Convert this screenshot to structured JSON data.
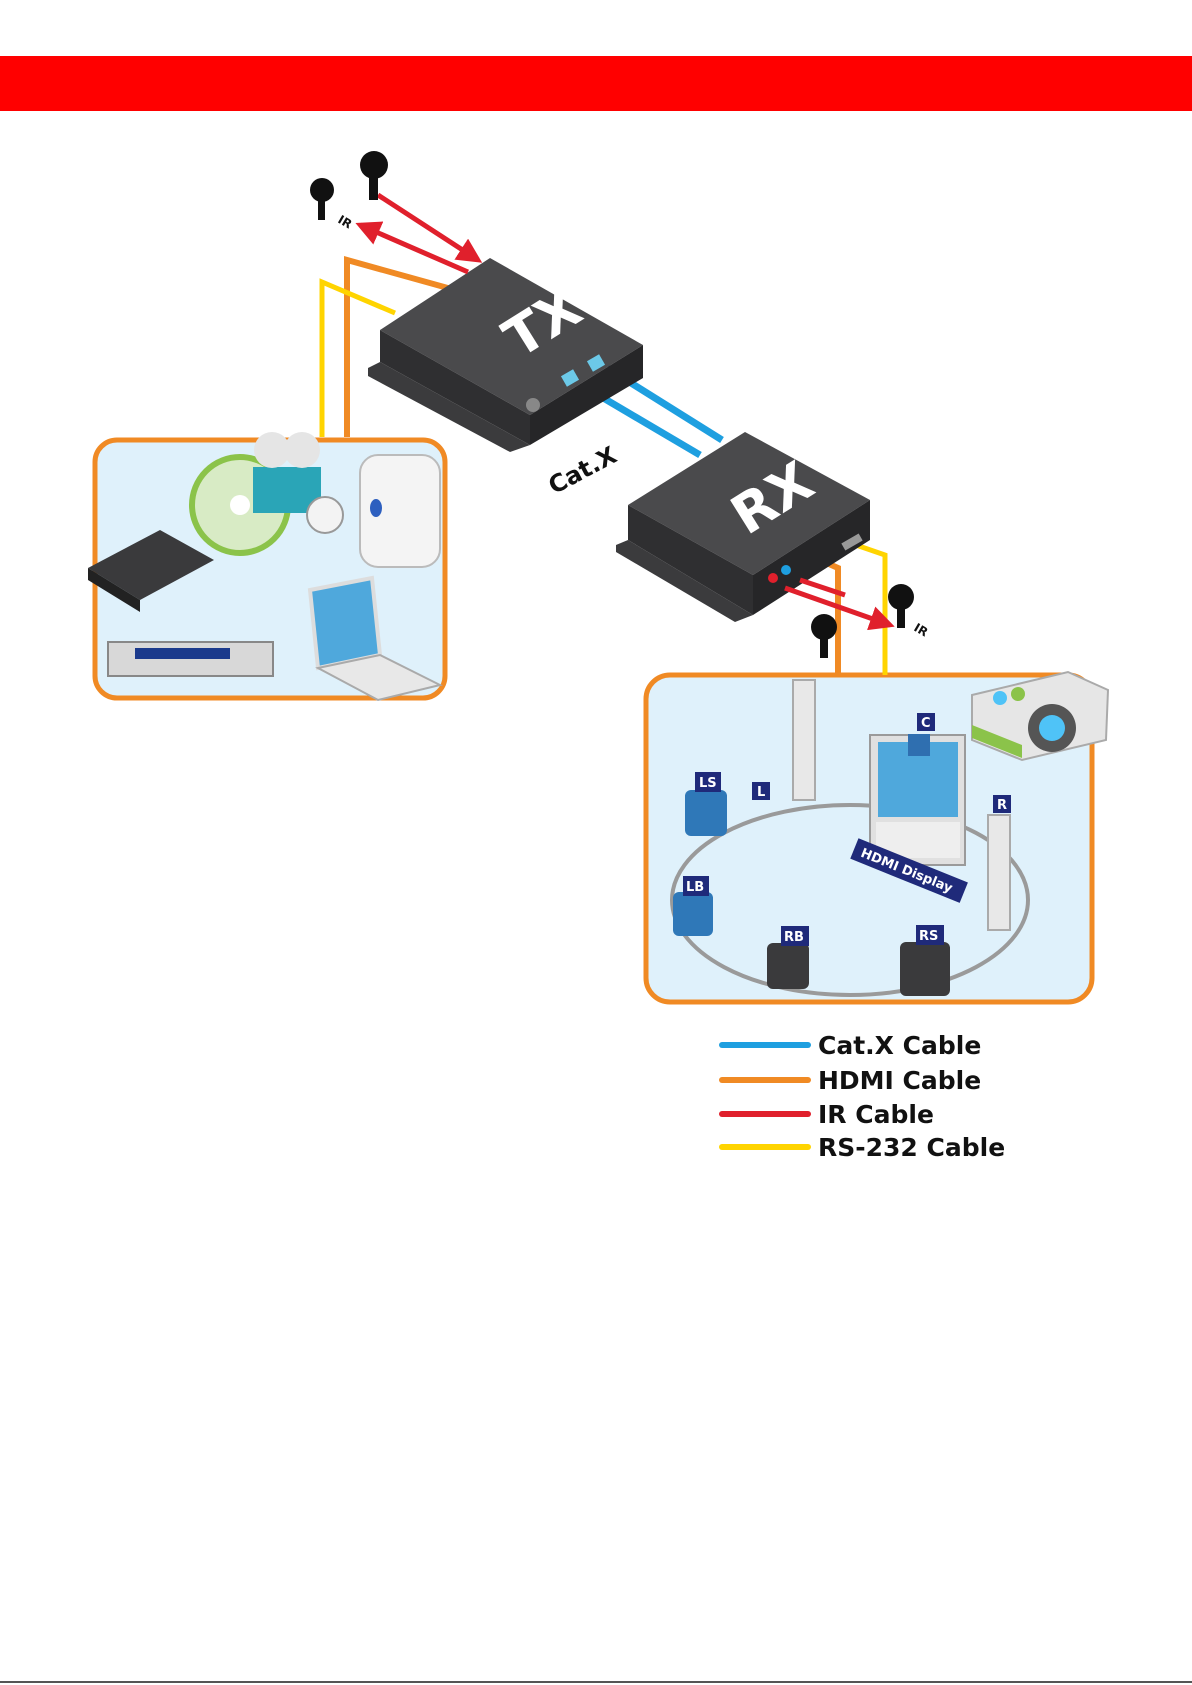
{
  "diagram": {
    "tx_label": "TX",
    "rx_label": "RX",
    "cat_label": "Cat.X",
    "ir_label": "IR",
    "display_label": "HDMI Display",
    "speakers": [
      "C",
      "L",
      "LS",
      "R",
      "LB",
      "RB",
      "RS"
    ]
  },
  "legend": [
    {
      "label": "Cat.X Cable",
      "color": "#1e9fe0"
    },
    {
      "label": "HDMI Cable",
      "color": "#f08a24"
    },
    {
      "label": "IR Cable",
      "color": "#e0202c"
    },
    {
      "label": "RS-232 Cable",
      "color": "#ffd400"
    }
  ],
  "colors": {
    "banner": "#ff0000",
    "panel_border": "#f08a24",
    "panel_fill": "#dff1fb",
    "box": "#3b3b3d"
  }
}
